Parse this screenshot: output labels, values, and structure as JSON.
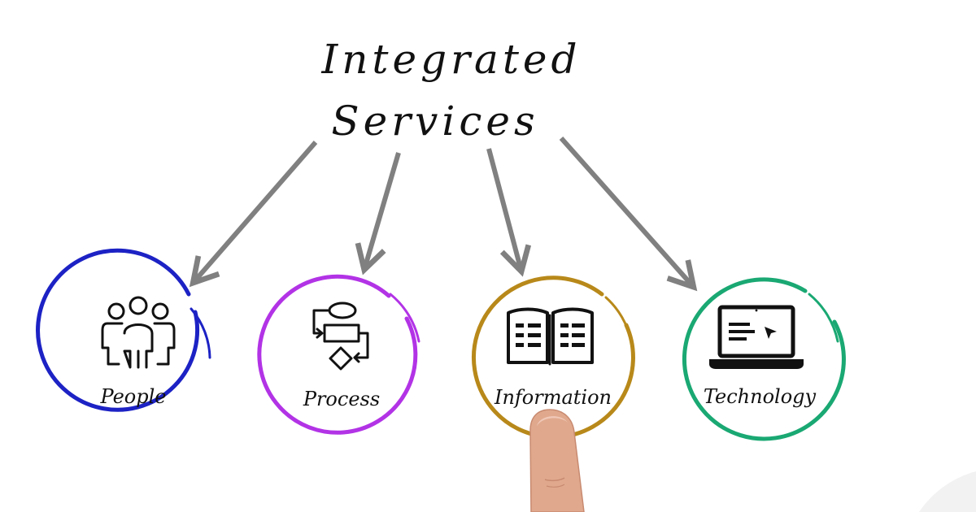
{
  "diagram": {
    "title_line_1": "Integrated",
    "title_line_2": "Services",
    "nodes": [
      {
        "label": "People",
        "icon": "people-icon",
        "color": "#1c22c4"
      },
      {
        "label": "Process",
        "icon": "flowchart-icon",
        "color": "#b233e6"
      },
      {
        "label": "Information",
        "icon": "open-book-icon",
        "color": "#b8891a"
      },
      {
        "label": "Technology",
        "icon": "laptop-icon",
        "color": "#1aa873"
      }
    ],
    "arrow_color": "#808080",
    "icon_color": "#111111"
  }
}
